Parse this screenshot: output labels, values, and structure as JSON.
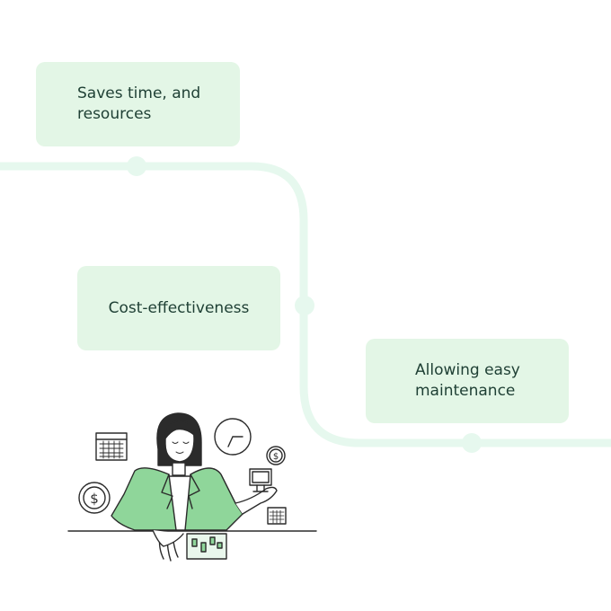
{
  "cards": [
    {
      "text": "Saves time, and resources"
    },
    {
      "text": "Cost-effectiveness"
    },
    {
      "text": "Allowing easy maintenance"
    }
  ],
  "colors": {
    "path": "#e6f8ee",
    "card_bg": "#e3f6e6",
    "text": "#1e3f34",
    "accent_green": "#8fd69a",
    "outline": "#2b2b2b"
  },
  "illustration": {
    "icons": [
      "calendar-icon",
      "clock-icon",
      "dollar-coin-icon",
      "computer-icon",
      "chart-board-icon"
    ]
  }
}
